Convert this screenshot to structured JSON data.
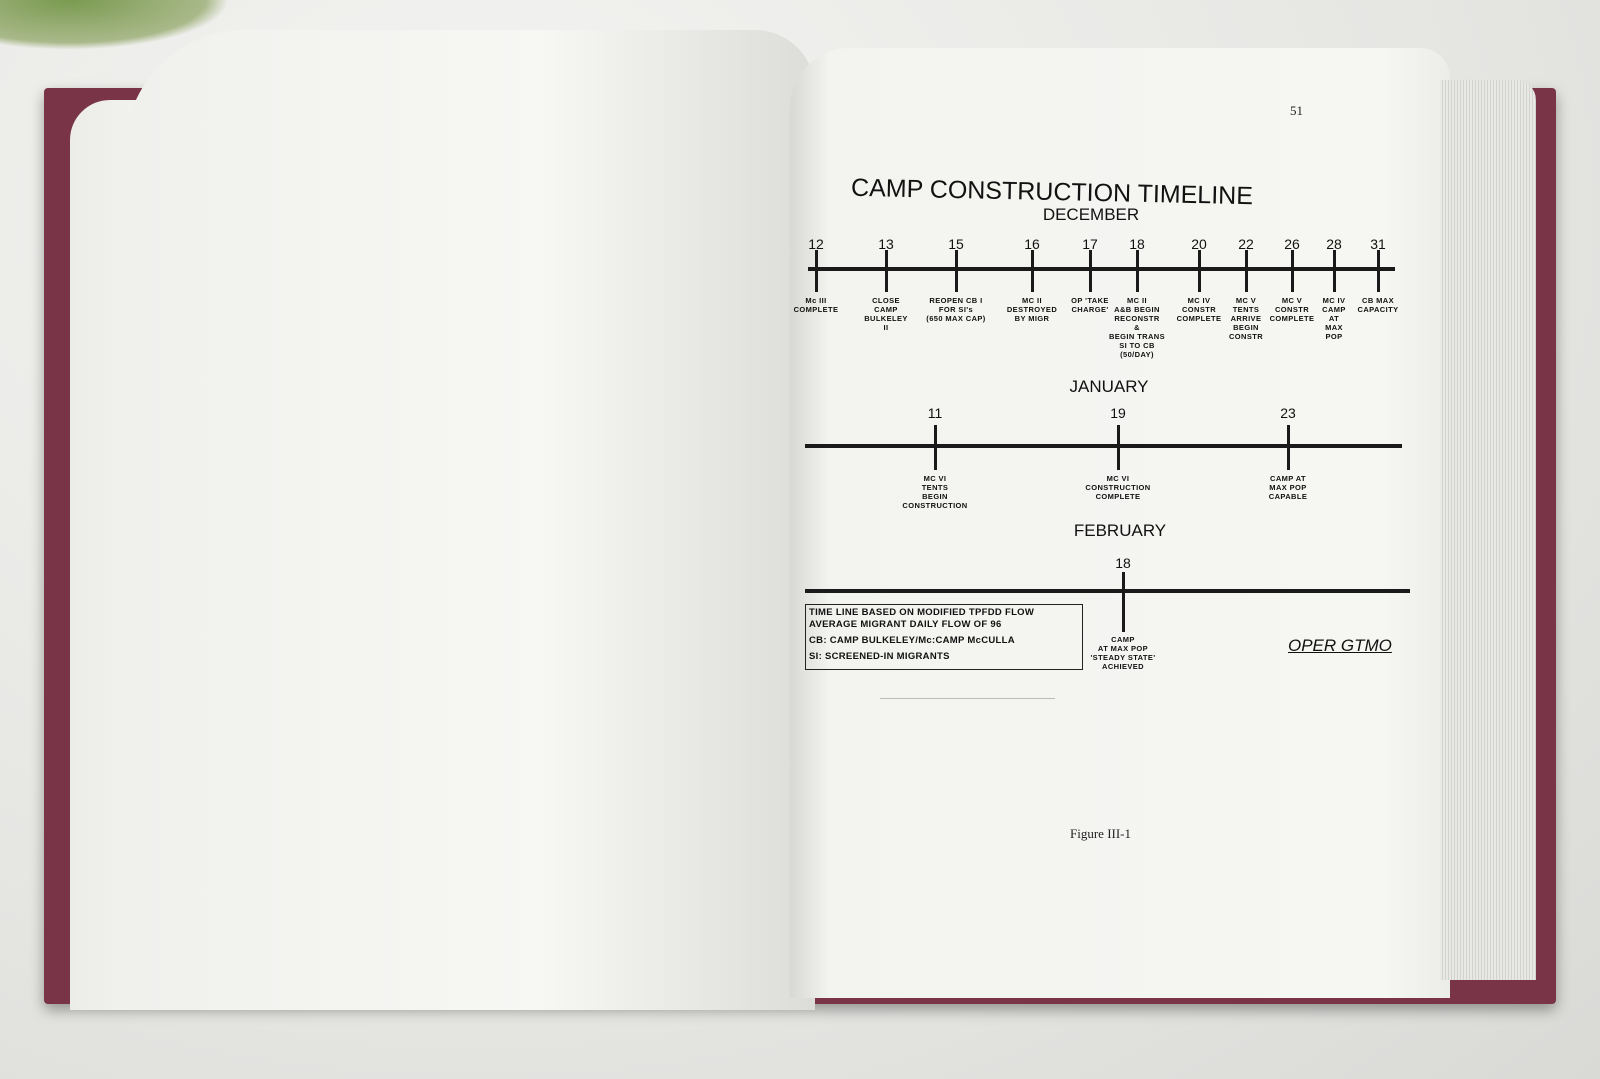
{
  "page_number": "51",
  "title": "CAMP CONSTRUCTION TIMELINE",
  "months": [
    {
      "name": "DECEMBER",
      "events": [
        {
          "day": "12",
          "label": "Mc III\nCOMPLETE"
        },
        {
          "day": "13",
          "label": "CLOSE\nCAMP\nBULKELEY\nII"
        },
        {
          "day": "15",
          "label": "REOPEN CB I\nFOR SI's\n(650 MAX CAP)"
        },
        {
          "day": "16",
          "label": "MC II\nDESTROYED\nBY MIGR"
        },
        {
          "day": "17",
          "label": "OP 'TAKE\nCHARGE'"
        },
        {
          "day": "18",
          "label": "MC II\nA&B BEGIN\nRECONSTR\n&\nBEGIN TRANS\nSI TO CB\n(50/DAY)"
        },
        {
          "day": "20",
          "label": "MC IV\nCONSTR\nCOMPLETE"
        },
        {
          "day": "22",
          "label": "MC V\nTENTS\nARRIVE\nBEGIN\nCONSTR"
        },
        {
          "day": "26",
          "label": "MC V\nCONSTR\nCOMPLETE"
        },
        {
          "day": "28",
          "label": "MC IV\nCAMP\nAT\nMAX\nPOP"
        },
        {
          "day": "31",
          "label": "CB MAX\nCAPACITY"
        }
      ]
    },
    {
      "name": "JANUARY",
      "events": [
        {
          "day": "11",
          "label": "MC VI\nTENTS\nBEGIN\nCONSTRUCTION"
        },
        {
          "day": "19",
          "label": "MC VI\nCONSTRUCTION\nCOMPLETE"
        },
        {
          "day": "23",
          "label": "CAMP AT\nMAX POP\nCAPABLE"
        }
      ]
    },
    {
      "name": "FEBRUARY",
      "events": [
        {
          "day": "18",
          "label": "CAMP\nAT MAX POP\n'STEADY STATE'\nACHIEVED"
        }
      ]
    }
  ],
  "legend": [
    "TIME LINE BASED ON MODIFIED TPFDD FLOW",
    "AVERAGE MIGRANT DAILY FLOW OF 96",
    "CB: CAMP BULKELEY/Mc:CAMP McCULLA",
    "SI: SCREENED-IN MIGRANTS"
  ],
  "operation": "OPER GTMO",
  "figure_caption": "Figure III-1",
  "colors": {
    "cover": "#7a3447",
    "page": "#f6f6f3",
    "ink": "#111111"
  }
}
